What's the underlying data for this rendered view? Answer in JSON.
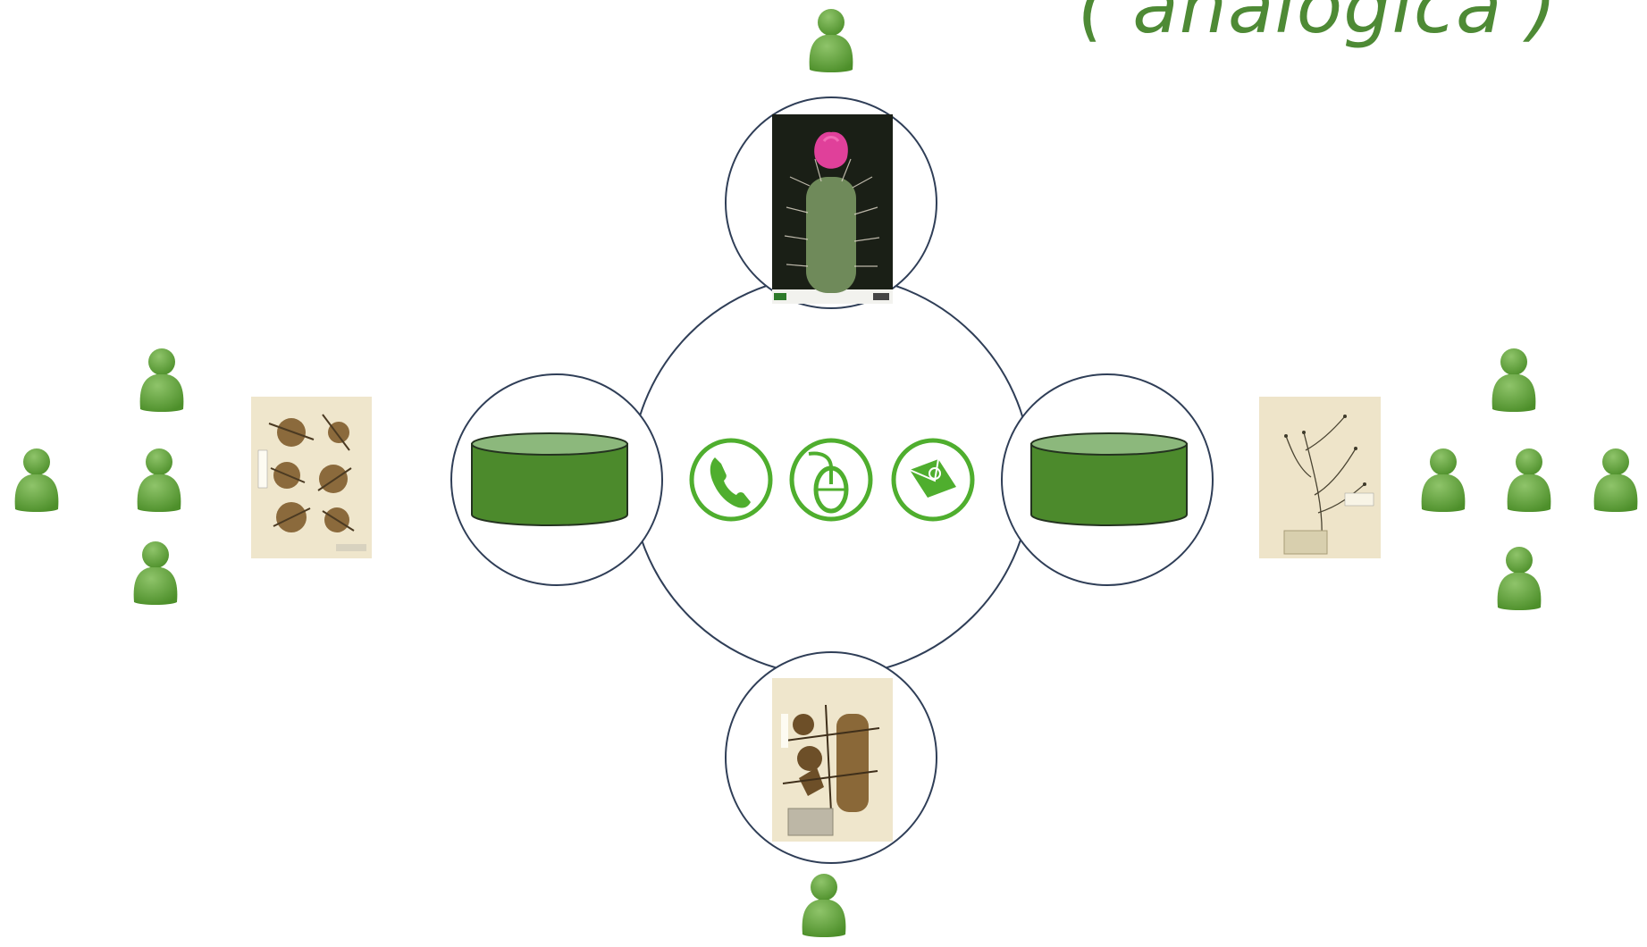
{
  "title": "( analógica )",
  "colors": {
    "person_green": "#6aaa3e",
    "cylinder_top": "#8cb87c",
    "cylinder_body": "#4c8a2c",
    "ring_stroke": "#2f3e57",
    "icon_green": "#4fae2e",
    "title_green": "#4e8a35"
  },
  "diagram": {
    "people_groups": [
      {
        "name": "top-person",
        "count": 1
      },
      {
        "name": "bottom-person",
        "count": 1
      },
      {
        "name": "left-group",
        "count": 4
      },
      {
        "name": "right-group",
        "count": 5
      }
    ],
    "databases": [
      "left-database",
      "right-database"
    ],
    "herbarium_specimens": [
      "cactus-flower-photo",
      "left-herbarium-sheet",
      "right-herbarium-sheet",
      "bottom-herbarium-sheet"
    ],
    "communication_icons": [
      "phone-icon",
      "mouse-icon",
      "email-icon"
    ]
  }
}
